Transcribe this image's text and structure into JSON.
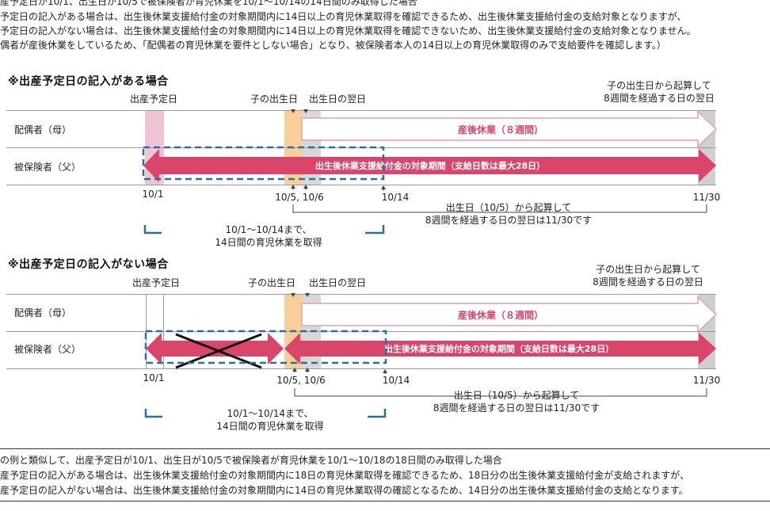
{
  "top_lines": [
    "産予定日が10/1、出生日が10/5で被保険者が育児休業を10/1～10/14の14日間のみ取得した場合",
    "予定日の記入がある場合は、出生後休業支援給付金の対象期間内に14日以上の育児休業取得を確認できるため、出生後休業支援給付金の支給対象となりますが、",
    "予定日の記入がない場合は、出生後休業支援給付金の対象期間内に14日以上の育児休業取得を確認できないため、出生後休業支援給付金の支給対象となりません。",
    "偶者が産後休業をしているため、「配偶者の育児休業を要件としない場合」となり、被保険者本人の14日以上の育児休業取得のみで支給要件を確認します。）"
  ],
  "sections": [
    {
      "heading": "※出産予定日の記入がある場合",
      "label_due": "出産予定日",
      "label_birth": "子の出生日",
      "label_nextday": "出生日の翌日",
      "label_8weeks": "子の出生日から起算して\n8週間を経過する日の翌日",
      "row_spouse": "配偶者（母）",
      "row_insured": "被保険者（父）",
      "postnatal_label": "産後休業（８週間）",
      "benefit_label": "出生後休業支援給付金の対象期間（支給日数は最大28日）",
      "date_due": "10/1",
      "date_birth": "10/5, 10/6",
      "date_leave_end": "10/14",
      "date_end": "11/30",
      "note_calc": "出生日（10/5）から起算して\n8週間を経過する日の翌日は11/30です",
      "note_leave": "10/1～10/14まで、\n14日間の育児休業を取得"
    },
    {
      "heading": "※出産予定日の記入がない場合",
      "label_due": "出産予定日",
      "label_birth": "子の出生日",
      "label_nextday": "出生日の翌日",
      "label_8weeks": "子の出生日から起算して\n8週間を経過する日の翌日",
      "row_spouse": "配偶者（母）",
      "row_insured": "被保険者（父）",
      "postnatal_label": "産後休業（８週間）",
      "benefit_label": "出生後休業支援給付金の対象期間（支給日数は最大28日）",
      "date_due": "10/1",
      "date_birth": "10/5, 10/6",
      "date_leave_end": "10/14",
      "date_end": "11/30",
      "note_calc": "出生日（10/5）から起算して\n8週間を経過する日の翌日は11/30です",
      "note_leave": "10/1～10/14まで、\n14日間の育児休業を取得"
    }
  ],
  "bottom_lines": [
    "の例と類似して、出産予定日が10/1、出生日が10/5で被保険者が育児休業を10/1～10/18の18日間のみ取得した場合",
    "産予定日の記入がある場合は、出生後休業支援給付金の対象期間内に18日の育児休業取得を確認できるため、18日分の出生後休業支援給付金が支給されますが、",
    "産予定日の記入がない場合は、出生後休業支援給付金の対象期間内に14日の育児休業取得の確認となるため、14日分の出生後休業支援給付金の支給となります。"
  ],
  "colors": {
    "benefit_arrow": "#d9456b",
    "postnatal_border": "#e3a0b2",
    "due_band": "#efc5d6",
    "birth_band": "#f8cf98",
    "gray_band": "#cfcfcf",
    "dashed_box": "#2b6ea3",
    "bracket": "#2b6ea3"
  }
}
